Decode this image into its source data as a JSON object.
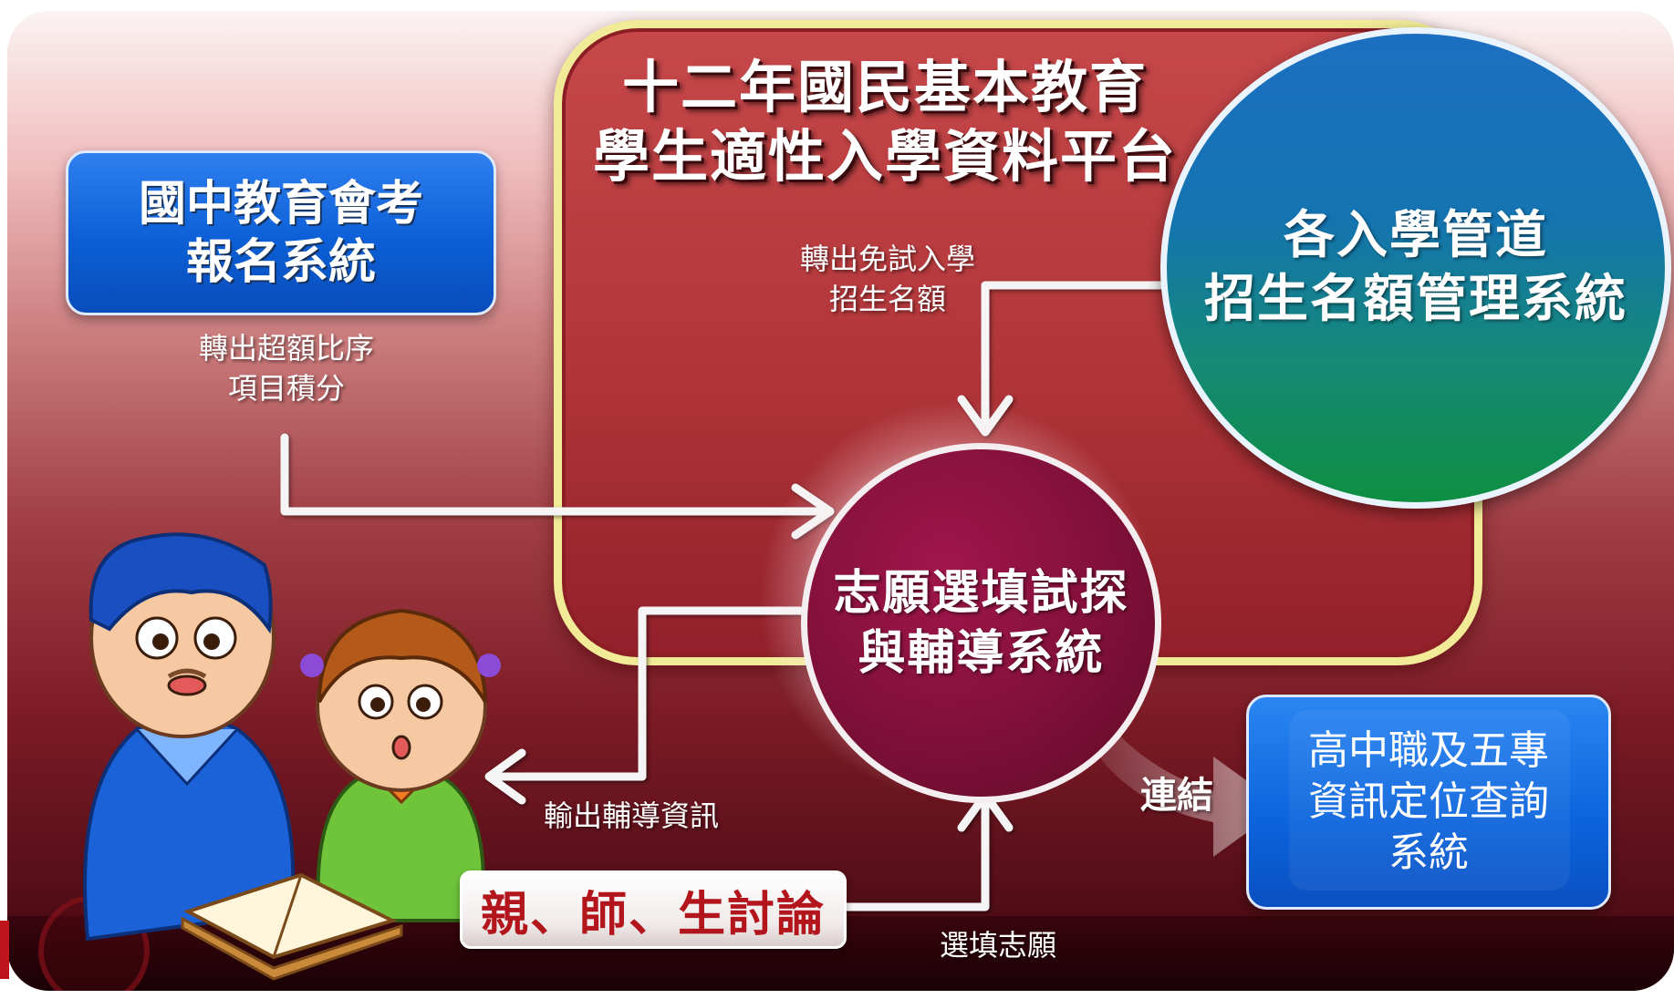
{
  "platform": {
    "title_line1": "十二年國民基本教育",
    "title_line2": "學生適性入學資料平台"
  },
  "nodes": {
    "exam_registration": {
      "line1": "國中教育會考",
      "line2": "報名系統"
    },
    "quota_management": {
      "line1": "各入學管道",
      "line2": "招生名額管理系統"
    },
    "preference_system": {
      "line1": "志願選填試探",
      "line2": "與輔導系統"
    },
    "info_query": {
      "line1": "高中職及五專",
      "line2": "資訊定位查詢",
      "line3": "系統"
    },
    "discussion": {
      "label": "親、師、生討論"
    }
  },
  "flows": {
    "cap_out": {
      "line1": "轉出超額比序",
      "line2": "項目積分"
    },
    "quota_out": {
      "line1": "轉出免試入學",
      "line2": "招生名額"
    },
    "guidance_out": "輸出輔導資訊",
    "fill_preference": "選填志願",
    "link": "連結"
  },
  "colors": {
    "background_top": "#fbf3f3",
    "background_bottom": "#3e0710",
    "platform_fill": "#b03539",
    "platform_border": "#f1eb98",
    "blue_box": "#0c5fd6",
    "core_circle": "#86113c",
    "discussion_text": "#b3151c"
  }
}
